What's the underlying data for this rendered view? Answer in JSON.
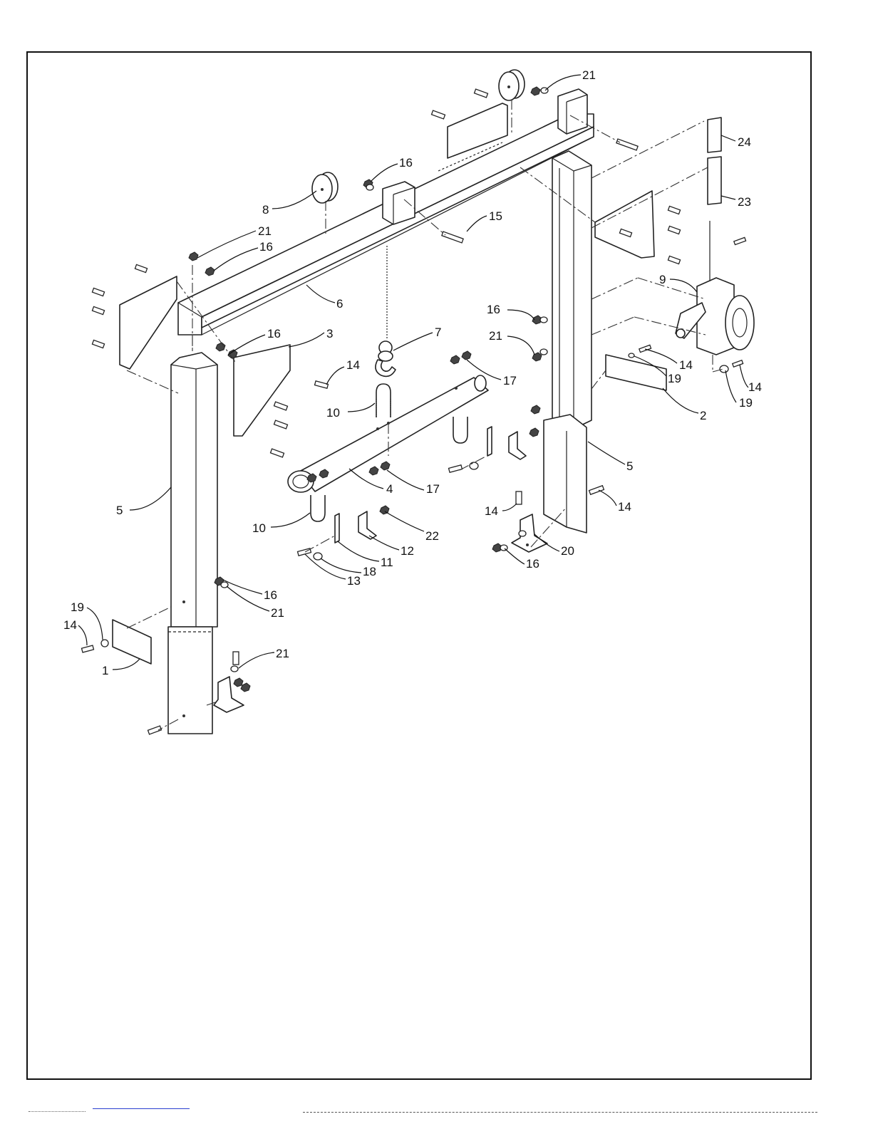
{
  "callouts": {
    "c1": "1",
    "c2": "2",
    "c3": "3",
    "c4": "4",
    "c5a": "5",
    "c5b": "5",
    "c6": "6",
    "c7": "7",
    "c8": "8",
    "c9": "9",
    "c10a": "10",
    "c10b": "10",
    "c11": "11",
    "c12": "12",
    "c13": "13",
    "c14a": "14",
    "c14b": "14",
    "c14c": "14",
    "c14d": "14",
    "c14e": "14",
    "c14f": "14",
    "c15": "15",
    "c16a": "16",
    "c16b": "16",
    "c16c": "16",
    "c16d": "16",
    "c16e": "16",
    "c16f": "16",
    "c17a": "17",
    "c17b": "17",
    "c18": "18",
    "c19a": "19",
    "c19b": "19",
    "c19c": "19",
    "c20": "20",
    "c21a": "21",
    "c21b": "21",
    "c21c": "21",
    "c21d": "21",
    "c21e": "21",
    "c22": "22",
    "c23": "23",
    "c24": "24"
  }
}
